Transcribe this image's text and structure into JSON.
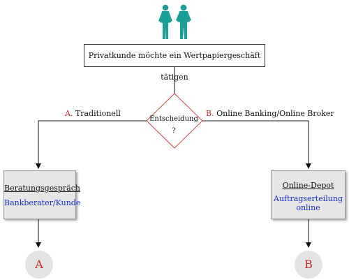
{
  "top_box": {
    "text": "Privatkunde  möchte ein Wertpapiergeschäft tätigen"
  },
  "decision": {
    "line1": "Entscheidung",
    "line2": "?"
  },
  "branch_a": {
    "letter": "A.",
    "text": "Traditionell"
  },
  "branch_b": {
    "letter": "B.",
    "text": "Online Banking/Online Broker"
  },
  "left_box": {
    "title": "Beratungsgespräch",
    "subtitle": "Bankberater/Kunde"
  },
  "right_box": {
    "title": "Online-Depot",
    "subtitle_line1": "Auftragserteilung",
    "subtitle_line2": "online"
  },
  "end_a": {
    "label": "A"
  },
  "end_b": {
    "label": "B"
  },
  "colors": {
    "teal": "#1a9e98",
    "red": "#c62828",
    "blue": "#1a2fd6",
    "gray_box": "#e6e6e6"
  },
  "icons": {
    "header": "people-icon"
  }
}
